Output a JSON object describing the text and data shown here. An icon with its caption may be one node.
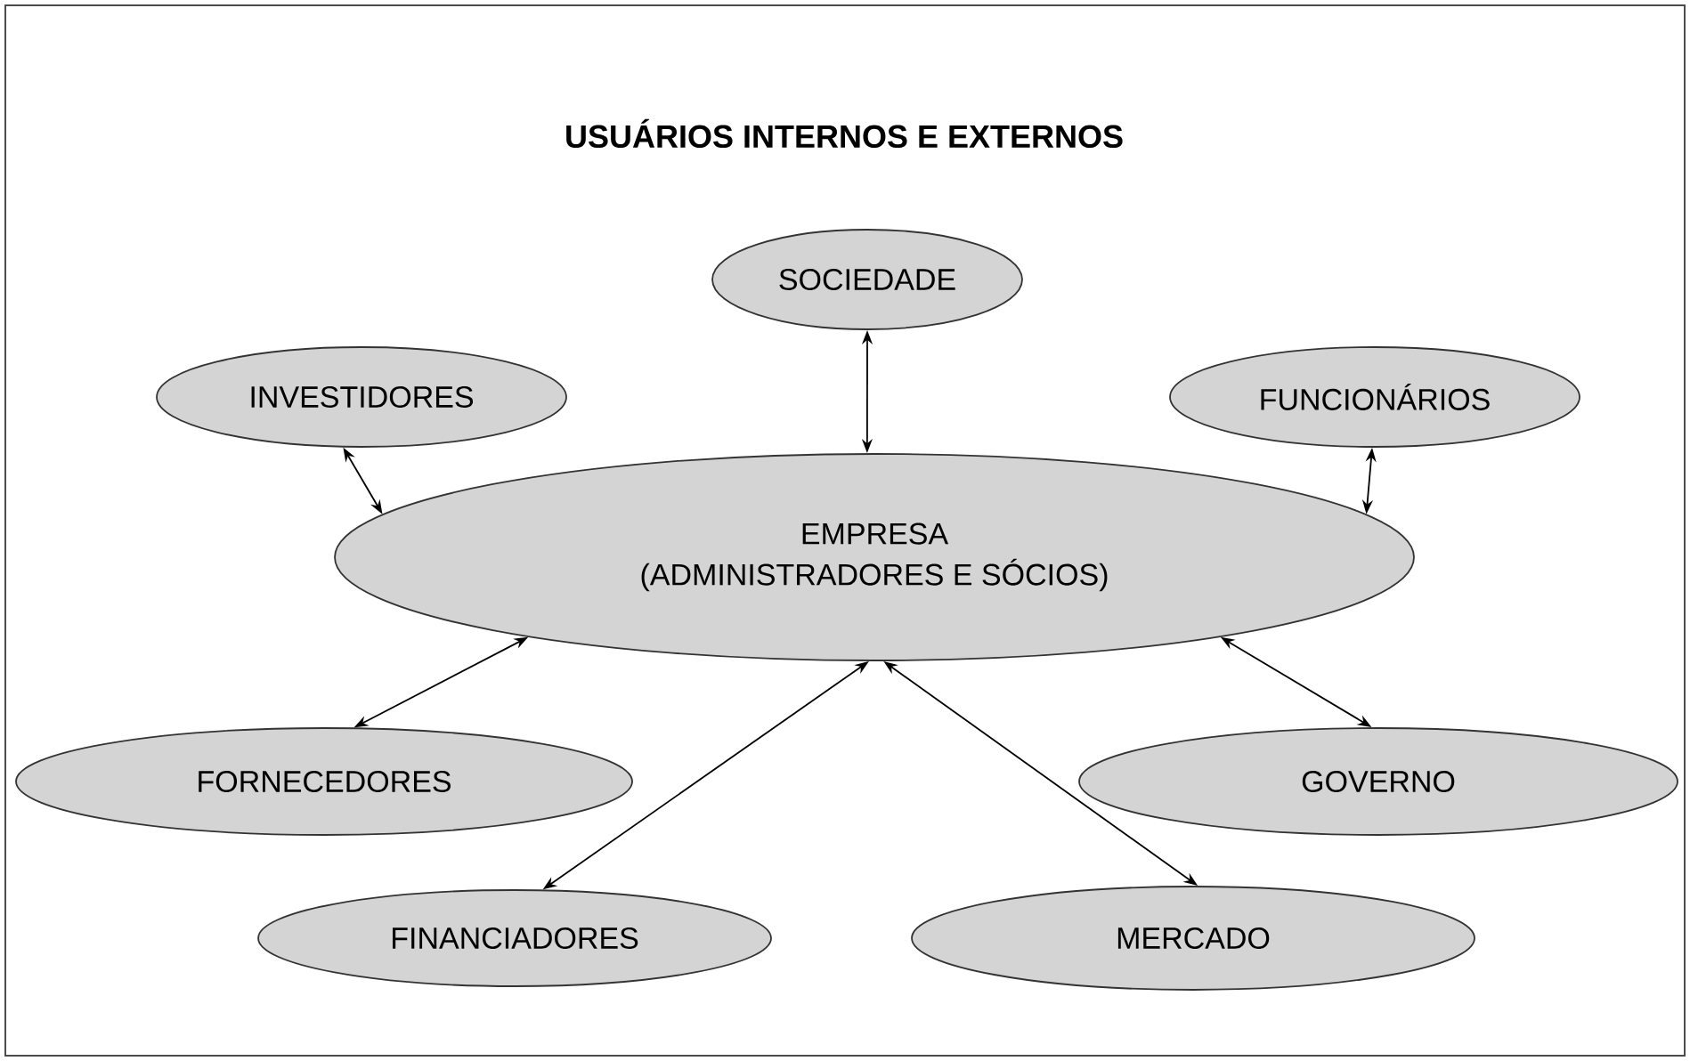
{
  "diagram": {
    "title": "USUÁRIOS INTERNOS E EXTERNOS",
    "nodes": [
      {
        "text": [
          "SOCIEDADE"
        ]
      },
      {
        "text": [
          "INVESTIDORES"
        ]
      },
      {
        "text": [
          "FUNCIONÁRIOS"
        ]
      },
      {
        "text": [
          "EMPRESA",
          "(ADMINISTRADORES E SÓCIOS)"
        ]
      },
      {
        "text": [
          "FORNECEDORES"
        ]
      },
      {
        "text": [
          "GOVERNO"
        ]
      },
      {
        "text": [
          "FINANCIADORES"
        ]
      },
      {
        "text": [
          "MERCADO"
        ]
      }
    ],
    "edges": [
      {
        "from": 3,
        "to": 0,
        "arrow": "both"
      },
      {
        "from": 3,
        "to": 1,
        "arrow": "both"
      },
      {
        "from": 3,
        "to": 2,
        "arrow": "both"
      },
      {
        "from": 3,
        "to": 4,
        "arrow": "both"
      },
      {
        "from": 3,
        "to": 5,
        "arrow": "both"
      },
      {
        "from": 3,
        "to": 6,
        "arrow": "both"
      },
      {
        "from": 3,
        "to": 7,
        "arrow": "both"
      }
    ]
  }
}
